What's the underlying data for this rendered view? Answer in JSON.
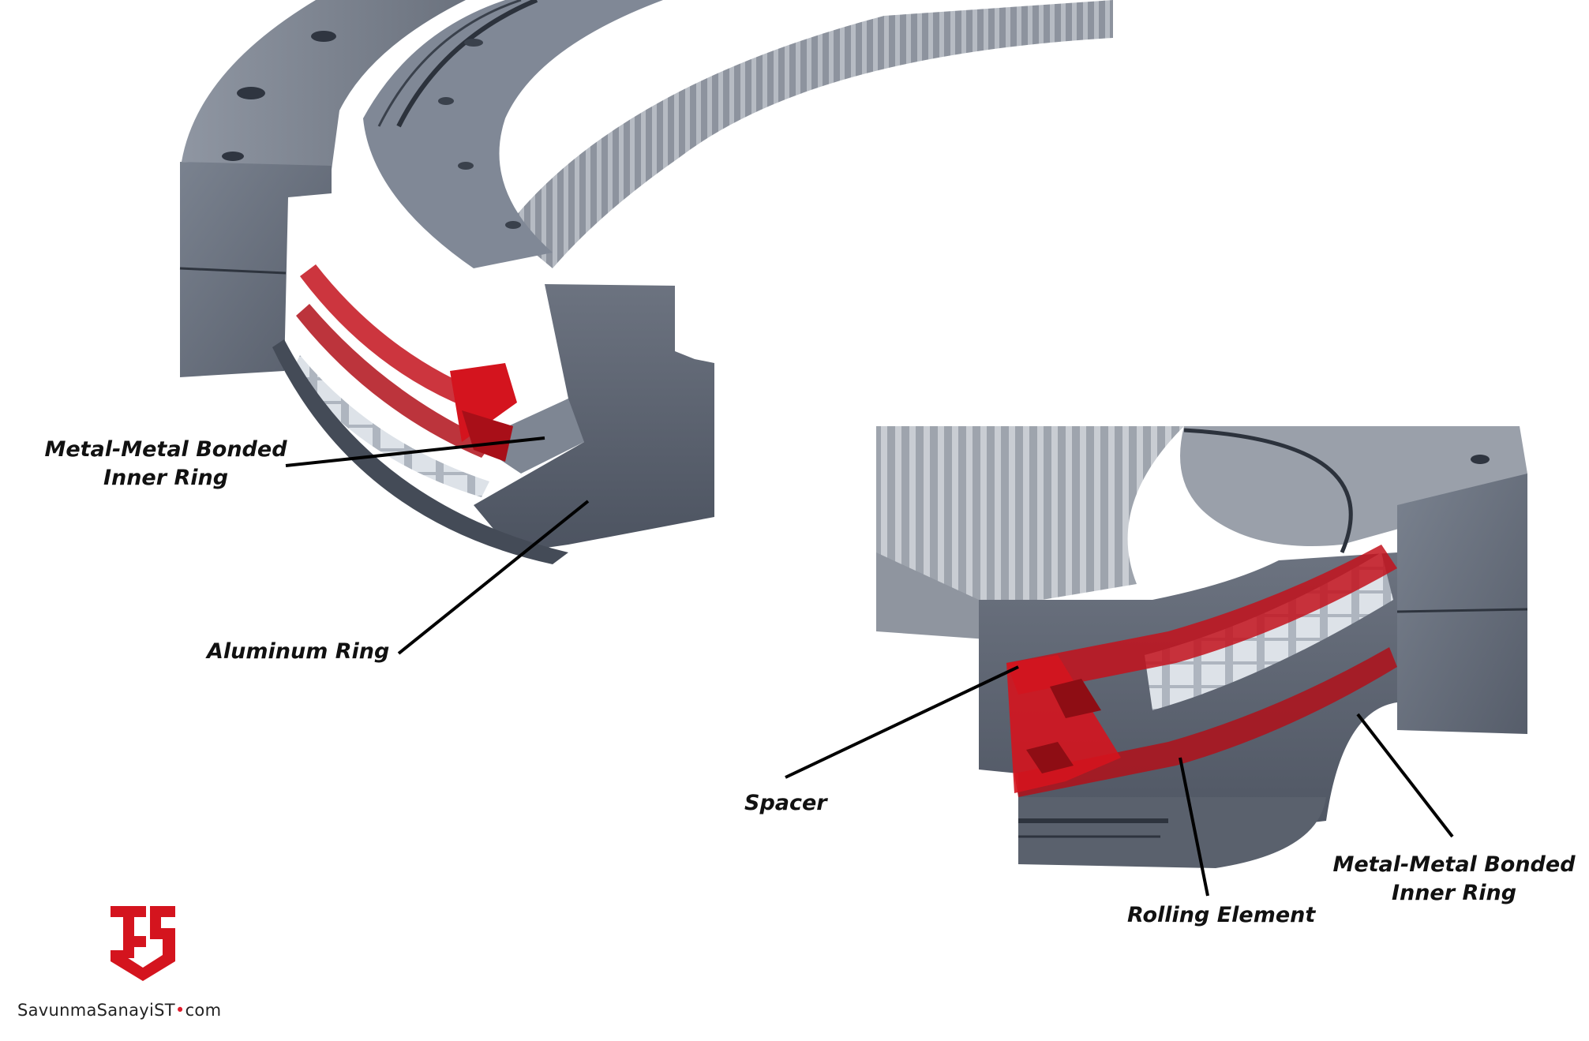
{
  "labels": {
    "left_inner_ring_line1": "Metal-Metal Bonded",
    "left_inner_ring_line2": "Inner Ring",
    "left_aluminum_ring": "Aluminum Ring",
    "right_spacer": "Spacer",
    "right_rolling_element": "Rolling Element",
    "right_inner_ring_line1": "Metal-Metal Bonded",
    "right_inner_ring_line2": "Inner Ring"
  },
  "brand": {
    "name_part1": "SavunmaSanayi",
    "name_part2": "ST",
    "name_dot": "•",
    "name_part3": "com"
  },
  "colors": {
    "bearing_gray": "#5d6574",
    "bearing_dark": "#3b4250",
    "accent_red": "#d4141e",
    "roller_light": "#d5dae2",
    "leader_line": "#000000"
  },
  "icons": [
    "ts-shield-logo-icon"
  ]
}
